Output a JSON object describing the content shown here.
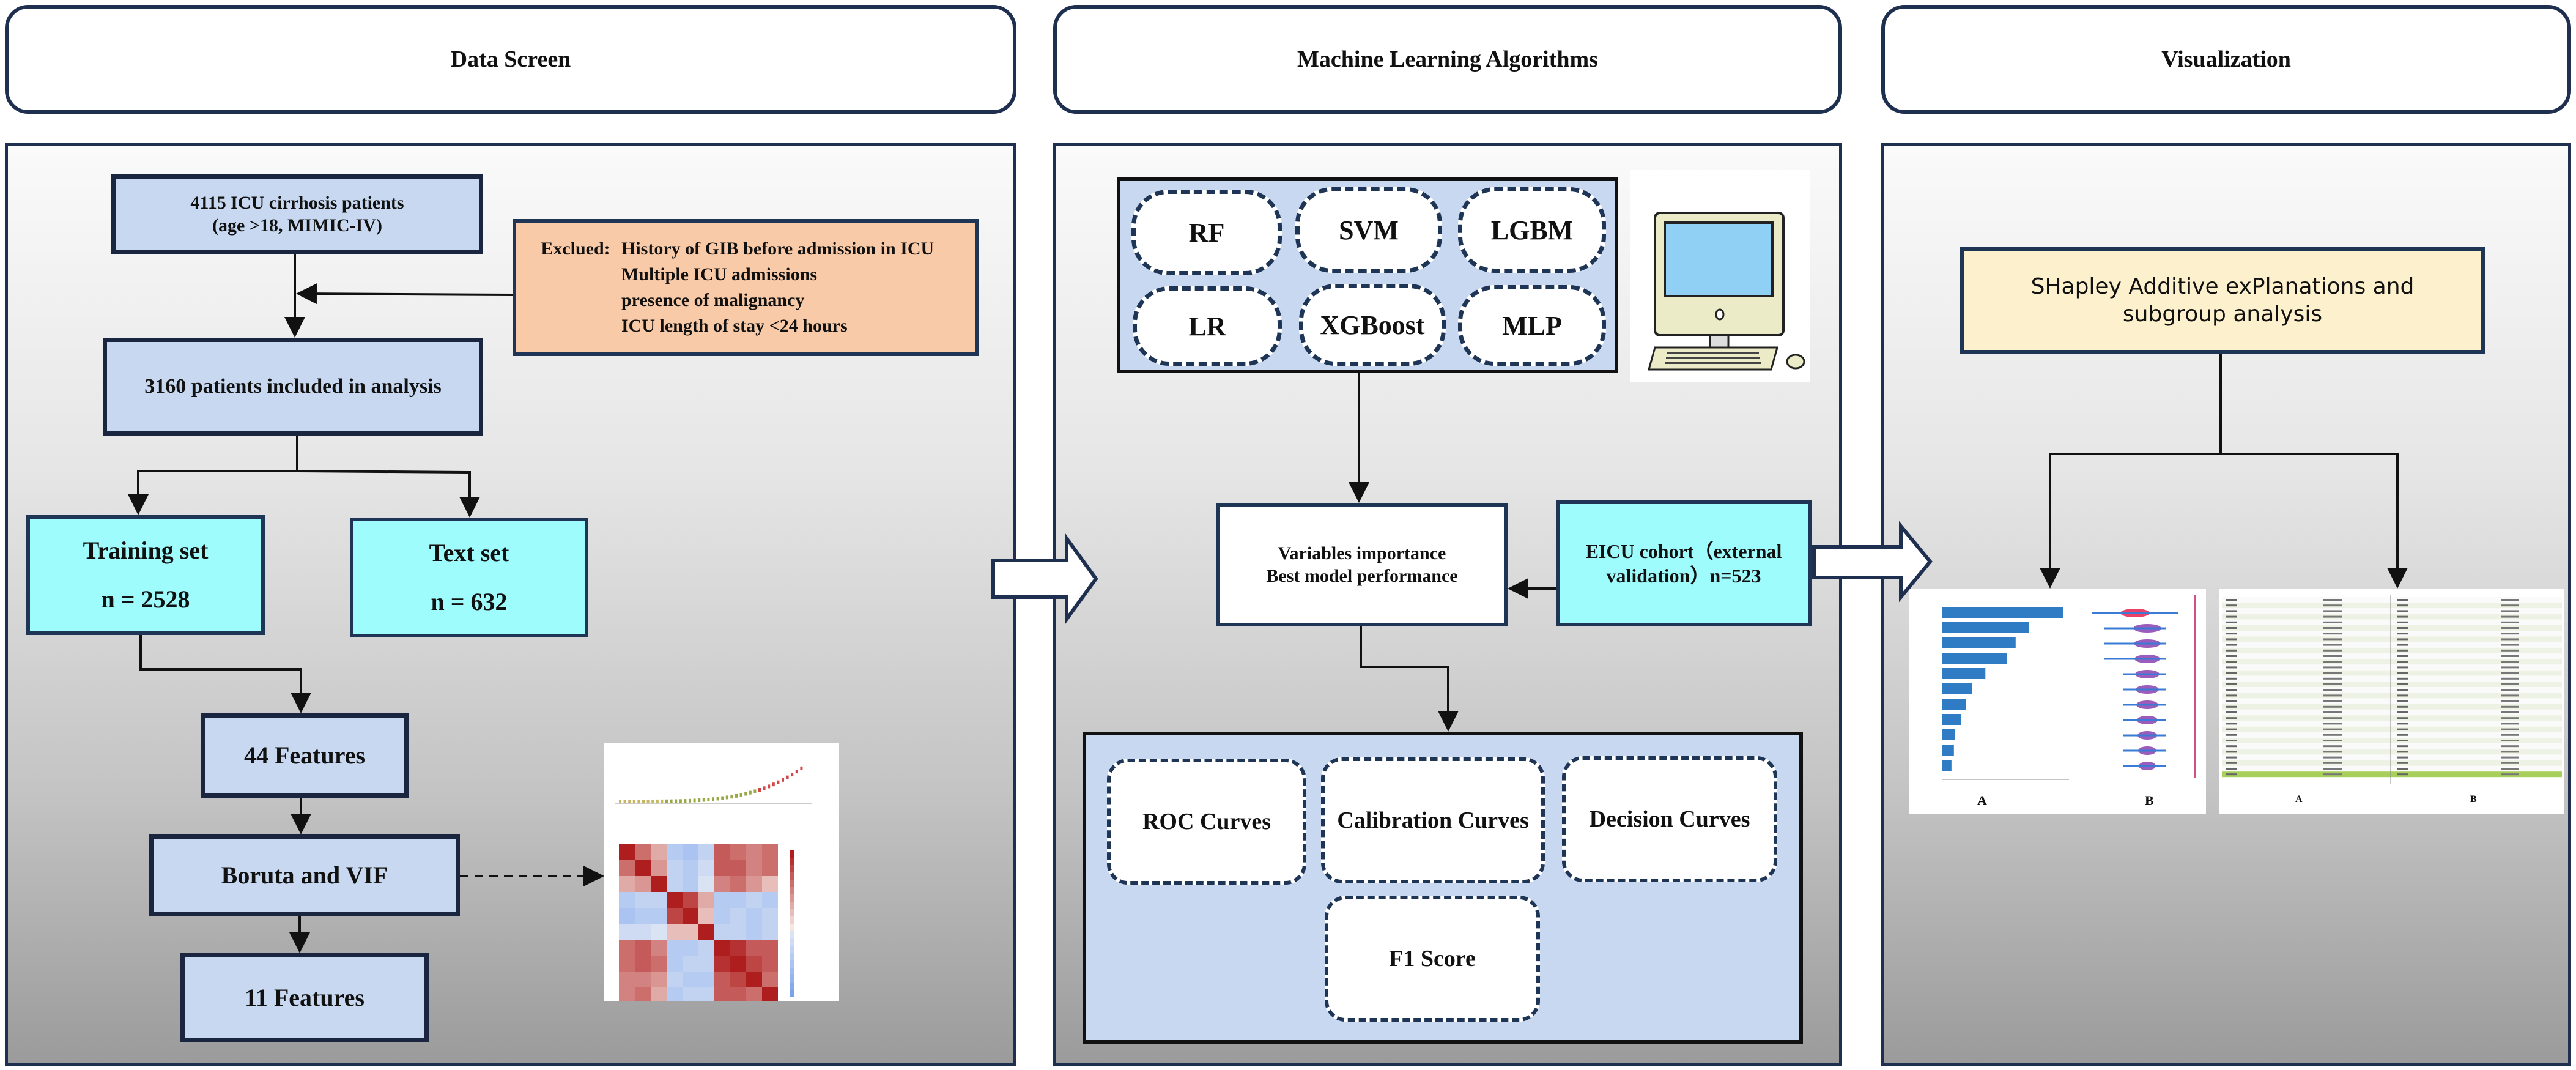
{
  "headers": {
    "data_screen": "Data Screen",
    "ml_algorithms": "Machine Learning Algorithms",
    "visualization": "Visualization"
  },
  "data_screen": {
    "cohort": {
      "line1": "4115 ICU cirrhosis patients",
      "line2": "(age >18, MIMIC-IV)"
    },
    "exclusion": {
      "label": "Exclued:",
      "criteria": [
        "History of GIB before admission in ICU",
        "Multiple ICU admissions",
        "presence of malignancy",
        "ICU length of stay <24 hours"
      ]
    },
    "included": "3160 patients included in analysis",
    "training_set": {
      "title": "Training set",
      "n": "n = 2528"
    },
    "test_set": {
      "title": "Text set",
      "n": "n = 632"
    },
    "features_44": "44 Features",
    "boruta_vif": "Boruta and VIF",
    "features_11": "11 Features"
  },
  "ml": {
    "models": [
      "RF",
      "SVM",
      "LGBM",
      "LR",
      "XGBoost",
      "MLP"
    ],
    "importance": {
      "line1": "Variables importance",
      "line2": "Best model performance"
    },
    "eicu": {
      "line1": "EICU cohort（external",
      "line2": "validation）n=523"
    },
    "evaluation": [
      "ROC Curves",
      "Calibration Curves",
      "Decision Curves",
      "F1 Score"
    ]
  },
  "visualization": {
    "shap_box": {
      "line1": "SHapley Additive exPlanations and",
      "line2": "subgroup analysis"
    },
    "thumb_shap_labels": [
      "A",
      "B"
    ],
    "thumb_table_labels": [
      "A",
      "B"
    ]
  },
  "colors": {
    "navy": "#1f2f4f",
    "box_blue": "#c7d8f0",
    "box_cyan": "#9ffcfd",
    "box_peach": "#f9caa7",
    "box_yellow": "#fdf0cc",
    "shap_bar": "#2f7bc4",
    "shap_red": "#e8204f"
  }
}
